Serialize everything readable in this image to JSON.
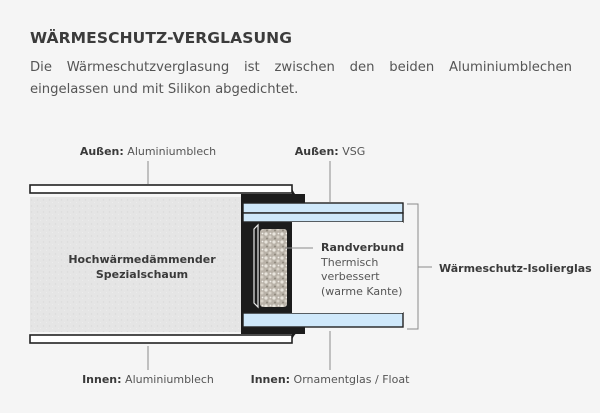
{
  "header": {
    "title": "WÄRMESCHUTZ-VERGLASUNG",
    "description": "Die Wärmeschutzverglasung ist zwischen den beiden Aluminiumblechen eingelassen und mit Silikon abgedichtet."
  },
  "labels": {
    "outer_sheet": {
      "prefix": "Außen:",
      "value": "Aluminiumblech"
    },
    "outer_glass": {
      "prefix": "Außen:",
      "value": "VSG"
    },
    "inner_sheet": {
      "prefix": "Innen:",
      "value": "Aluminiumblech"
    },
    "inner_glass": {
      "prefix": "Innen:",
      "value": "Ornamentglas / Float"
    },
    "foam": {
      "line1": "Hochwärmedämmender",
      "line2": "Spezialschaum"
    },
    "edge_seal": {
      "title": "Randverbund",
      "line1": "Thermisch",
      "line2": "verbessert",
      "line3": "(warme Kante)"
    },
    "insulating_glass": "Wärmeschutz-Isolierglas"
  },
  "colors": {
    "background": "#f5f5f5",
    "glass": "#cfe8fa",
    "frame": "#1c1c1c",
    "foam": "#e6e6e6",
    "leader": "#8a8a8a"
  }
}
